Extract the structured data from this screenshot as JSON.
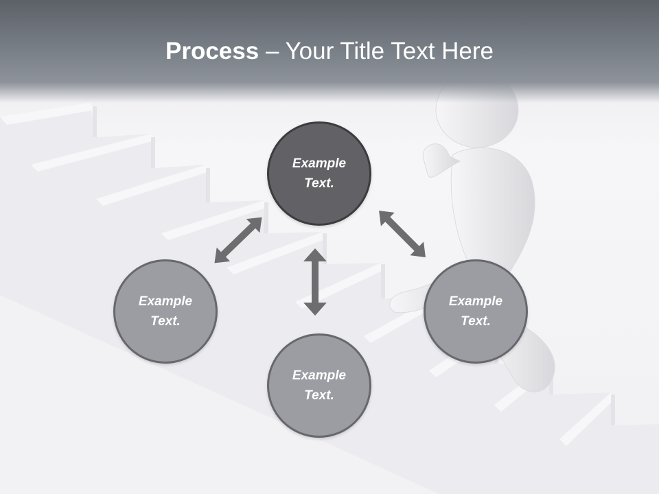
{
  "header": {
    "title_bold": "Process",
    "title_rest": " – Your Title Text Here"
  },
  "diagram": {
    "nodes": [
      {
        "id": "top",
        "text": "Example Text.",
        "color": "#626266"
      },
      {
        "id": "left",
        "text": "Example Text.",
        "color": "#9b9da3"
      },
      {
        "id": "bottom",
        "text": "Example Text.",
        "color": "#9b9da3"
      },
      {
        "id": "right",
        "text": "Example Text.",
        "color": "#9b9da3"
      }
    ],
    "arrow_color": "#6d6d70"
  }
}
